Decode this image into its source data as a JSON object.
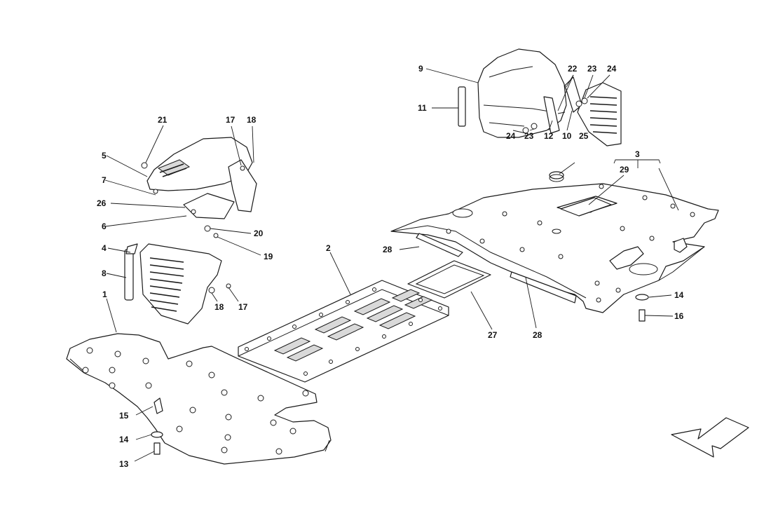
{
  "callouts": [
    {
      "id": "c1",
      "text": "1"
    },
    {
      "id": "c2",
      "text": "2"
    },
    {
      "id": "c3",
      "text": "3"
    },
    {
      "id": "c4",
      "text": "4"
    },
    {
      "id": "c5",
      "text": "5"
    },
    {
      "id": "c6",
      "text": "6"
    },
    {
      "id": "c7",
      "text": "7"
    },
    {
      "id": "c8",
      "text": "8"
    },
    {
      "id": "c9",
      "text": "9"
    },
    {
      "id": "c10",
      "text": "10"
    },
    {
      "id": "c11",
      "text": "11"
    },
    {
      "id": "c12",
      "text": "12"
    },
    {
      "id": "c13",
      "text": "13"
    },
    {
      "id": "c14a",
      "text": "14"
    },
    {
      "id": "c14b",
      "text": "14"
    },
    {
      "id": "c15",
      "text": "15"
    },
    {
      "id": "c16",
      "text": "16"
    },
    {
      "id": "c17a",
      "text": "17"
    },
    {
      "id": "c17b",
      "text": "17"
    },
    {
      "id": "c18a",
      "text": "18"
    },
    {
      "id": "c18b",
      "text": "18"
    },
    {
      "id": "c19",
      "text": "19"
    },
    {
      "id": "c20",
      "text": "20"
    },
    {
      "id": "c21",
      "text": "21"
    },
    {
      "id": "c22",
      "text": "22"
    },
    {
      "id": "c23a",
      "text": "23"
    },
    {
      "id": "c23b",
      "text": "23"
    },
    {
      "id": "c24a",
      "text": "24"
    },
    {
      "id": "c24b",
      "text": "24"
    },
    {
      "id": "c25",
      "text": "25"
    },
    {
      "id": "c26",
      "text": "26"
    },
    {
      "id": "c27",
      "text": "27"
    },
    {
      "id": "c28a",
      "text": "28"
    },
    {
      "id": "c28b",
      "text": "28"
    },
    {
      "id": "c29",
      "text": "29"
    }
  ],
  "direction_arrow": {
    "icon": "direction-arrow-icon"
  }
}
